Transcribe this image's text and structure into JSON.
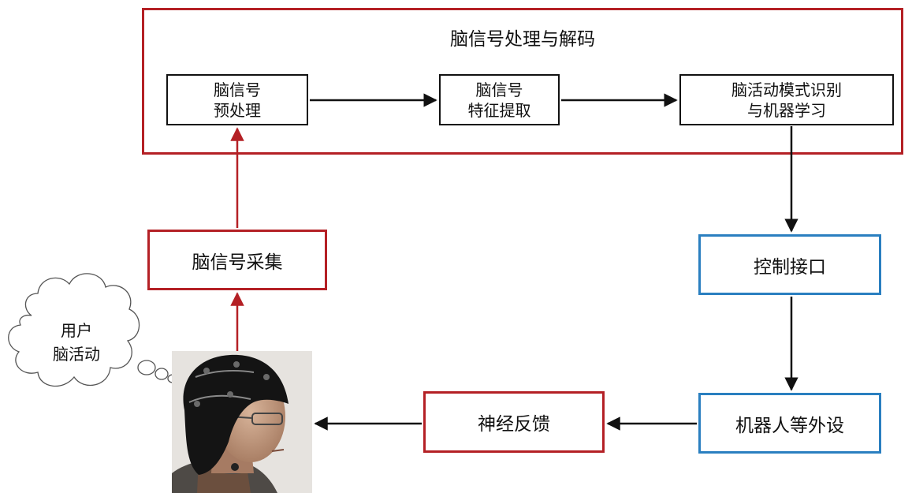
{
  "top_group": {
    "title": "脑信号处理与解码"
  },
  "preprocessing": {
    "line1": "脑信号",
    "line2": "预处理"
  },
  "feature_extraction": {
    "line1": "脑信号",
    "line2": "特征提取"
  },
  "pattern_recognition": {
    "line1": "脑活动模式识别",
    "line2": "与机器学习"
  },
  "acquisition": {
    "label": "脑信号采集"
  },
  "control_interface": {
    "label": "控制接口"
  },
  "robot_device": {
    "label": "机器人等外设"
  },
  "neural_feedback": {
    "label": "神经反馈"
  },
  "thought_bubble": {
    "line1": "用户",
    "line2": "脑活动"
  },
  "colors": {
    "red_border": "#b42025",
    "blue_border": "#2a7fc0",
    "black": "#111111"
  },
  "icons": {
    "user_photo": "user-eeg-cap-icon",
    "thought": "thought-cloud-icon"
  }
}
